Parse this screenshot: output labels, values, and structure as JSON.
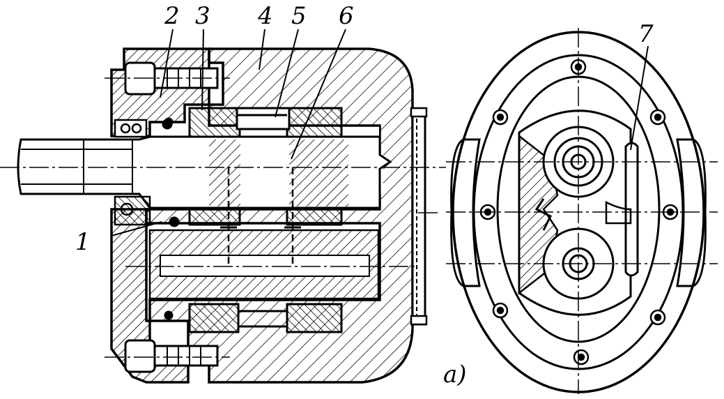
{
  "labels": {
    "l1": "1",
    "l2": "2",
    "l3": "3",
    "l4": "4",
    "l5": "5",
    "l6": "6",
    "l7": "7",
    "view_a": "a)"
  },
  "colors": {
    "ink": "#000000",
    "paper": "#ffffff"
  }
}
